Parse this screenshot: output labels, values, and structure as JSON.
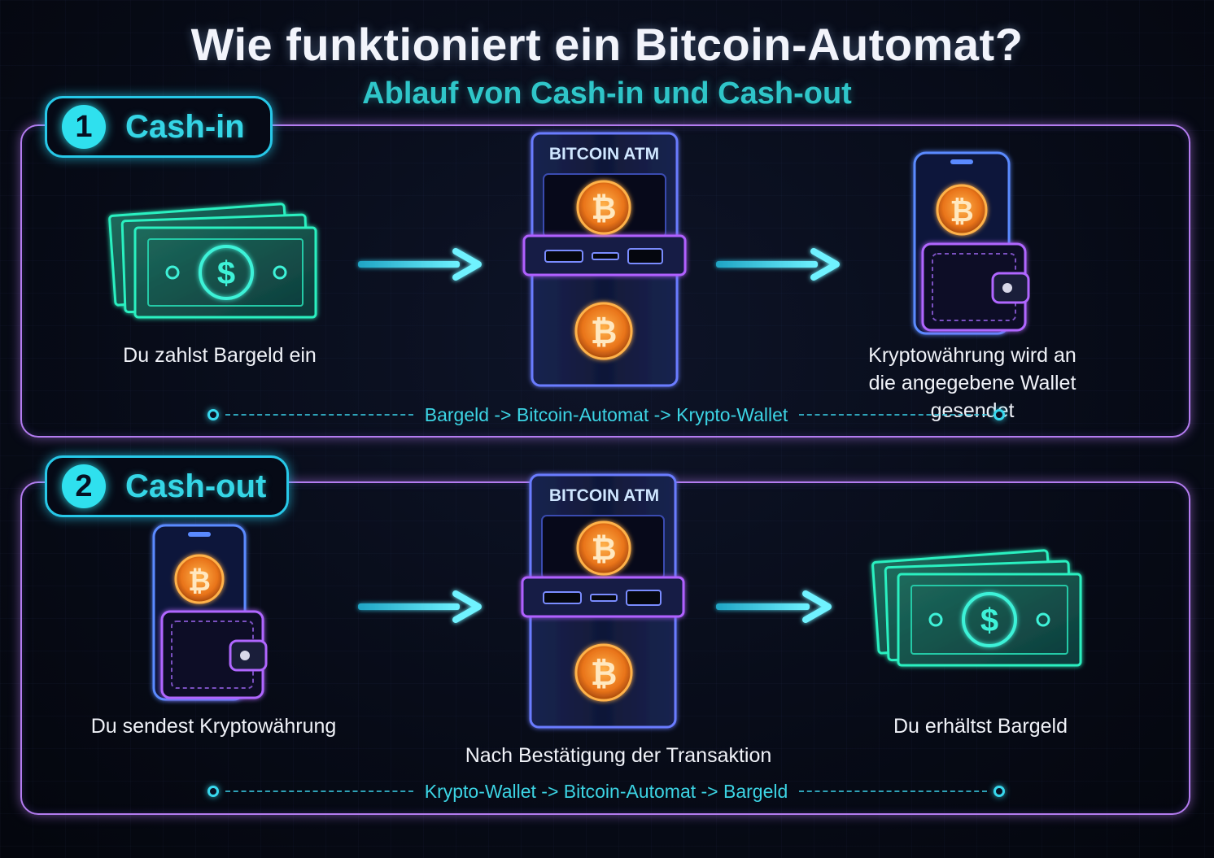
{
  "title": "Wie funktioniert ein Bitcoin-Automat?",
  "subtitle": "Ablauf von Cash-in und Cash-out",
  "colors": {
    "accent_cyan": "#35d6e6",
    "panel_purple": "#b47cf0",
    "bitcoin_orange": "#f0881e",
    "money_green": "#2ad6a8"
  },
  "sections": [
    {
      "number": "1",
      "label": "Cash-in",
      "atm_label": "BITCOIN ATM",
      "step_left": "Du zahlst Bargeld ein",
      "step_right_line1": "Kryptowährung wird an",
      "step_right_line2": "die angegebene Wallet gesendet",
      "flow_text": "Bargeld -> Bitcoin-Automat -> Krypto-Wallet",
      "icons": [
        "cash-icon",
        "arrow-right-icon",
        "bitcoin-atm-icon",
        "arrow-right-icon",
        "phone-wallet-icon"
      ]
    },
    {
      "number": "2",
      "label": "Cash-out",
      "atm_label": "BITCOIN ATM",
      "step_left": "Du sendest Kryptowährung",
      "step_middle": "Nach Bestätigung der Transaktion",
      "step_right": "Du erhältst Bargeld",
      "flow_text": "Krypto-Wallet -> Bitcoin-Automat -> Bargeld",
      "icons": [
        "phone-wallet-icon",
        "arrow-right-icon",
        "bitcoin-atm-icon",
        "arrow-right-icon",
        "cash-icon"
      ]
    }
  ]
}
